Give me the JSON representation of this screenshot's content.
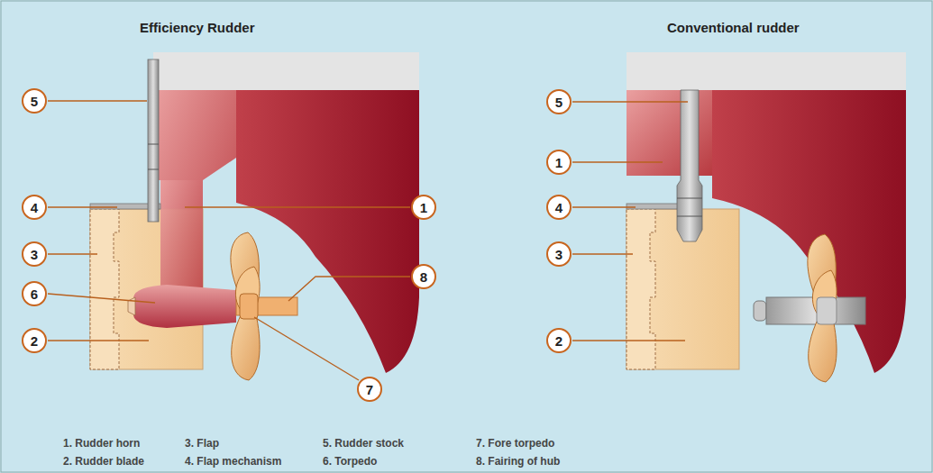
{
  "diagram": {
    "nodes": [
      {
        "text": [
          "5"
        ]
      },
      {
        "text": [
          "4"
        ]
      },
      {
        "text": [
          "3"
        ]
      },
      {
        "text": [
          "6"
        ]
      },
      {
        "text": [
          "2"
        ]
      },
      {
        "text": [
          "1"
        ]
      },
      {
        "text": [
          "8"
        ]
      },
      {
        "text": [
          "7"
        ]
      },
      {
        "text": [
          "5"
        ]
      },
      {
        "text": [
          "1"
        ]
      },
      {
        "text": [
          "4"
        ]
      },
      {
        "text": [
          "3"
        ]
      },
      {
        "text": [
          "2"
        ]
      }
    ],
    "labels": [
      "Efficiency Rudder",
      "Conventional rudder",
      "1. Rudder horn",
      "2. Rudder blade",
      "3. Flap",
      "4. Flap mechanism",
      "5. Rudder stock",
      "6. Torpedo",
      "7. Fore torpedo",
      "8. Fairing of hub"
    ]
  }
}
